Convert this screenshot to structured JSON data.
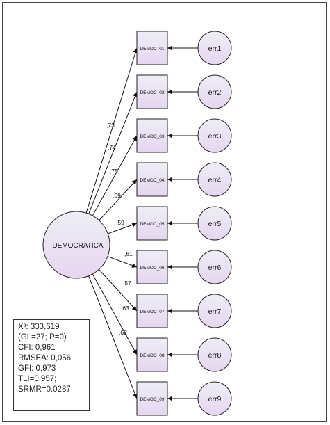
{
  "latent": {
    "label": "DEMOCRATICA"
  },
  "indicators": [
    {
      "name": "DEMOC_01",
      "loading": ",73",
      "error": "err1"
    },
    {
      "name": "DEMOC_02",
      "loading": ",74",
      "error": "err2"
    },
    {
      "name": "DEMOC_03",
      "loading": ",75",
      "error": "err3"
    },
    {
      "name": "DEMOC_04",
      "loading": ",69",
      "error": "err4"
    },
    {
      "name": "DEMOC_05",
      "loading": ",59",
      "error": "err5"
    },
    {
      "name": "DEMOC_06",
      "loading": ",61",
      "error": "err6"
    },
    {
      "name": "DEMOC_07",
      "loading": ",57",
      "error": "err7"
    },
    {
      "name": "DEMOC_08",
      "loading": ",63",
      "error": "err8"
    },
    {
      "name": "DEMOC_09",
      "loading": ",62",
      "error": "err9"
    }
  ],
  "fit_stats": {
    "chi_square": "X²: 333,619",
    "gl_p": "(GL=27; P=0)",
    "cfi": "CFI: 0,961",
    "rmsea": "RMSEA: 0,056",
    "gfi": "GFI: 0,973",
    "tli": "TLI=0.957;",
    "srmr": "SRMR=0.0287"
  },
  "colors": {
    "node_fill_top": "#eeeef6",
    "node_fill_bottom": "#e6d6f0",
    "stroke": "#222222"
  }
}
